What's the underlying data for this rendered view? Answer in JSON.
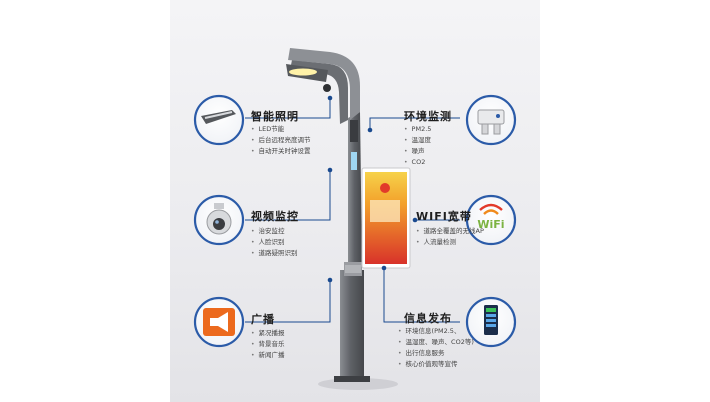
{
  "features": {
    "lighting": {
      "title": "智能照明",
      "items": [
        "LED节能",
        "后台远程亮度调节",
        "自动开关时钟设置"
      ]
    },
    "environment": {
      "title": "环境监测",
      "items": [
        "PM2.5",
        "温湿度",
        "噪声",
        "CO2"
      ]
    },
    "video": {
      "title": "视频监控",
      "items": [
        "治安监控",
        "人脸识别",
        "道路疑照识别"
      ]
    },
    "wifi": {
      "title": "WIFI宽带",
      "items": [
        "道路全覆盖的无线AP",
        "人流量检测"
      ]
    },
    "broadcast": {
      "title": "广播",
      "items": [
        "紧况播报",
        "背景音乐",
        "新闻广播"
      ]
    },
    "info": {
      "title": "信息发布",
      "items": [
        "环境信息(PM2.5、",
        "温湿度、噪声、CO2等)",
        "出行信息服务",
        "核心价值观等宣传"
      ]
    }
  },
  "wifi_icon_text": "WiFi",
  "colors": {
    "accent": "#1a4a8f",
    "pole": "#6d6f74",
    "ring": "#2b5ba8"
  }
}
